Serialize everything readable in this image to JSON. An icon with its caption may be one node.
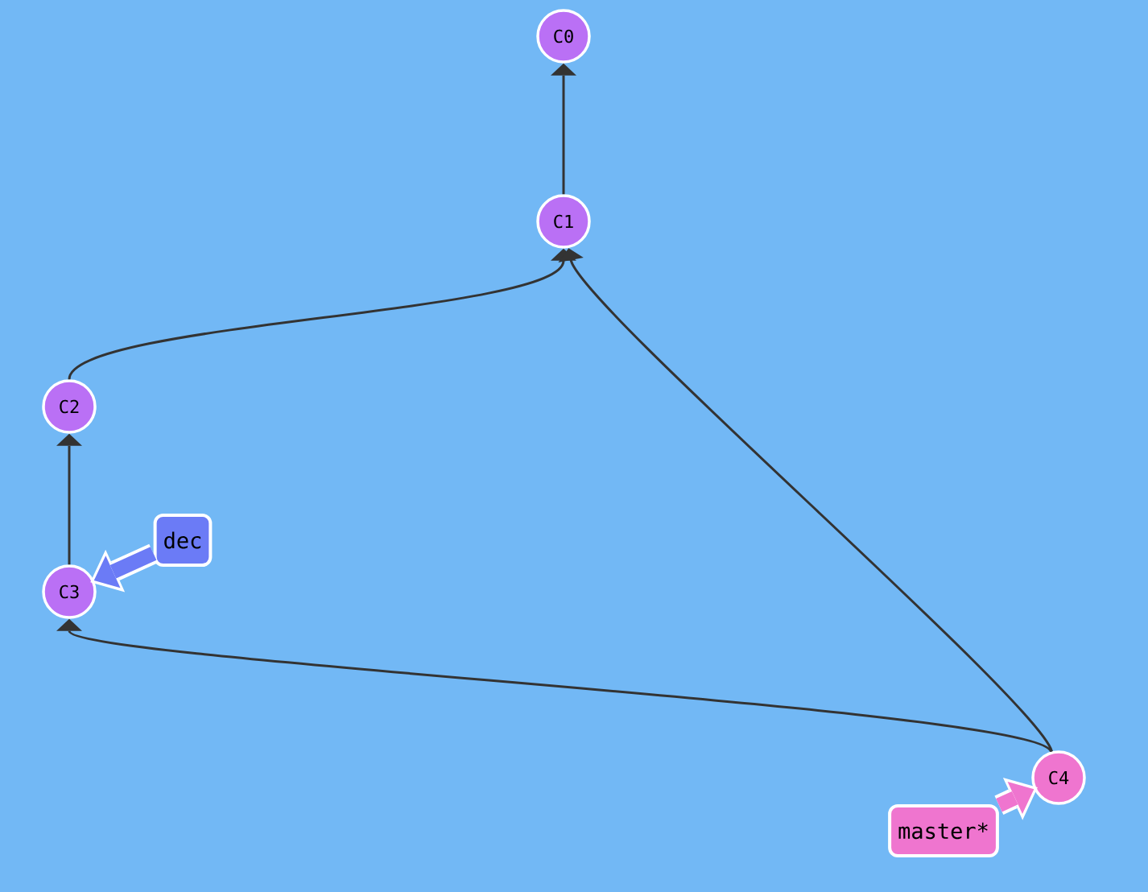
{
  "diagram": {
    "nodes": [
      {
        "text": [
          "C0"
        ]
      },
      {
        "text": [
          "C1"
        ]
      },
      {
        "text": [
          "C2"
        ]
      },
      {
        "text": [
          "dec"
        ]
      },
      {
        "text": [
          "C3"
        ]
      },
      {
        "text": [
          "C4"
        ]
      },
      {
        "text": [
          "master*"
        ]
      }
    ],
    "edges": [
      {
        "from": 1,
        "to": 0,
        "arrow": "to"
      },
      {
        "from": 2,
        "to": 1,
        "arrow": "to"
      },
      {
        "from": 5,
        "to": 1,
        "arrow": "to"
      },
      {
        "from": 4,
        "to": 2,
        "arrow": "to"
      },
      {
        "from": 5,
        "to": 4,
        "arrow": "to"
      },
      {
        "from": 3,
        "to": 4,
        "arrow": "to",
        "style": "thick",
        "color": "#6b7bf6"
      },
      {
        "from": 6,
        "to": 5,
        "arrow": "to",
        "style": "thick",
        "color": "#ef75cf"
      }
    ]
  }
}
